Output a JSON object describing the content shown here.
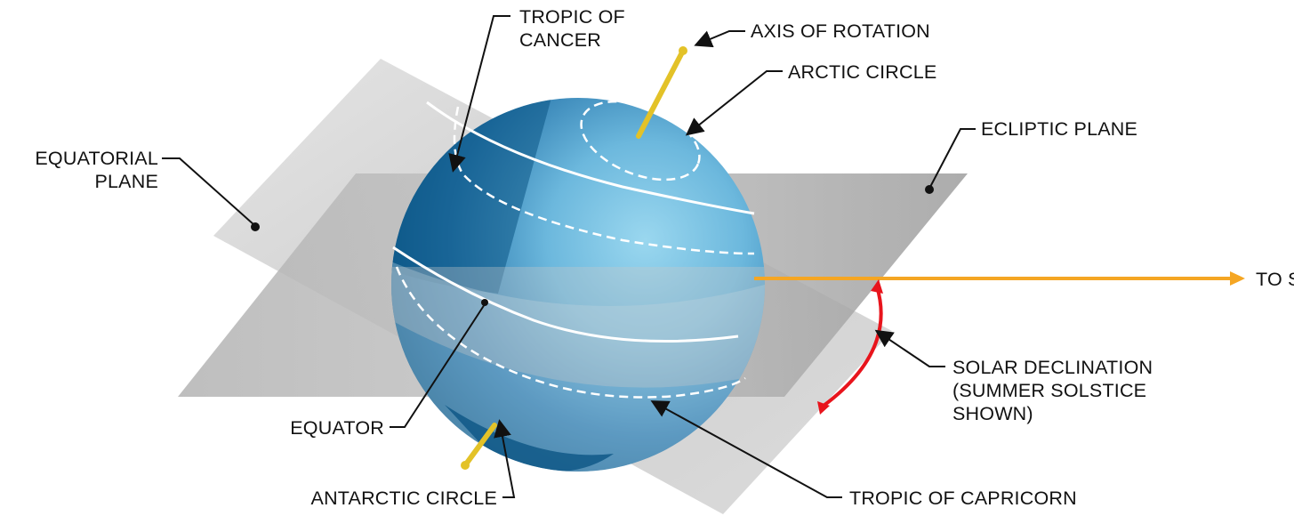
{
  "labels": {
    "tropic_of_cancer": [
      "TROPIC OF",
      "CANCER"
    ],
    "axis_of_rotation": "AXIS OF ROTATION",
    "arctic_circle": "ARCTIC CIRCLE",
    "ecliptic_plane": "ECLIPTIC PLANE",
    "equatorial_plane": [
      "EQUATORIAL",
      "PLANE"
    ],
    "to_sun": "TO SUN",
    "solar_declination": [
      "SOLAR DECLINATION",
      "(SUMMER SOLSTICE",
      "SHOWN)"
    ],
    "equator": "EQUATOR",
    "antarctic_circle": "ANTARCTIC CIRCLE",
    "tropic_of_capricorn": "TROPIC OF CAPRICORN"
  },
  "colors": {
    "sphere_light": "#8fd0ea",
    "sphere_mid": "#4a9cc9",
    "sphere_dark": "#0b5585",
    "axis": "#e3c228",
    "sun_ray": "#f5a623",
    "declination_arc": "#e8141c",
    "plane_light": "#e8e8e8",
    "plane_dark": "#a9a9a9",
    "leader_line": "#111111"
  }
}
